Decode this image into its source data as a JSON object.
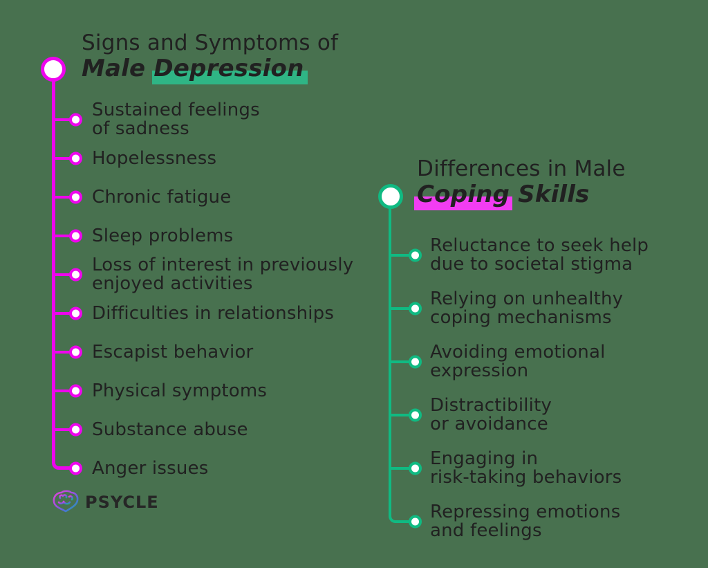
{
  "left_section": {
    "title_line1": "Signs and Symptoms of",
    "title_bold_prefix": "Male ",
    "title_bold_highlight": "Depression",
    "items": [
      {
        "line1": "Sustained feelings",
        "line2": "of sadness"
      },
      {
        "line1": "Hopelessness",
        "line2": ""
      },
      {
        "line1": "Chronic fatigue",
        "line2": ""
      },
      {
        "line1": "Sleep problems",
        "line2": ""
      },
      {
        "line1": "Loss of interest in previously",
        "line2": "enjoyed activities"
      },
      {
        "line1": "Difficulties in relationships",
        "line2": ""
      },
      {
        "line1": "Escapist behavior",
        "line2": ""
      },
      {
        "line1": "Physical symptoms",
        "line2": ""
      },
      {
        "line1": "Substance abuse",
        "line2": ""
      },
      {
        "line1": "Anger issues",
        "line2": ""
      }
    ]
  },
  "right_section": {
    "title_line1": "Differences in Male",
    "title_bold_highlight": "Coping",
    "title_bold_suffix": " Skills",
    "items": [
      {
        "line1": "Reluctance to seek help",
        "line2": "due to societal stigma"
      },
      {
        "line1": "Relying on unhealthy",
        "line2": "coping mechanisms"
      },
      {
        "line1": "Avoiding emotional",
        "line2": "expression"
      },
      {
        "line1": "Distractibility",
        "line2": "or avoidance"
      },
      {
        "line1": "Engaging in",
        "line2": "risk-taking behaviors"
      },
      {
        "line1": "Repressing emotions",
        "line2": "and feelings"
      }
    ]
  },
  "logo": {
    "brand": "PSYCLE",
    "icon": "brain-icon"
  },
  "colors": {
    "background": "#48714F",
    "magenta_accent": "#EE05EE",
    "pink_highlight": "#F23DF2",
    "green_accent": "#10BA82",
    "green_highlight": "#2FB585",
    "text": "#212121"
  }
}
